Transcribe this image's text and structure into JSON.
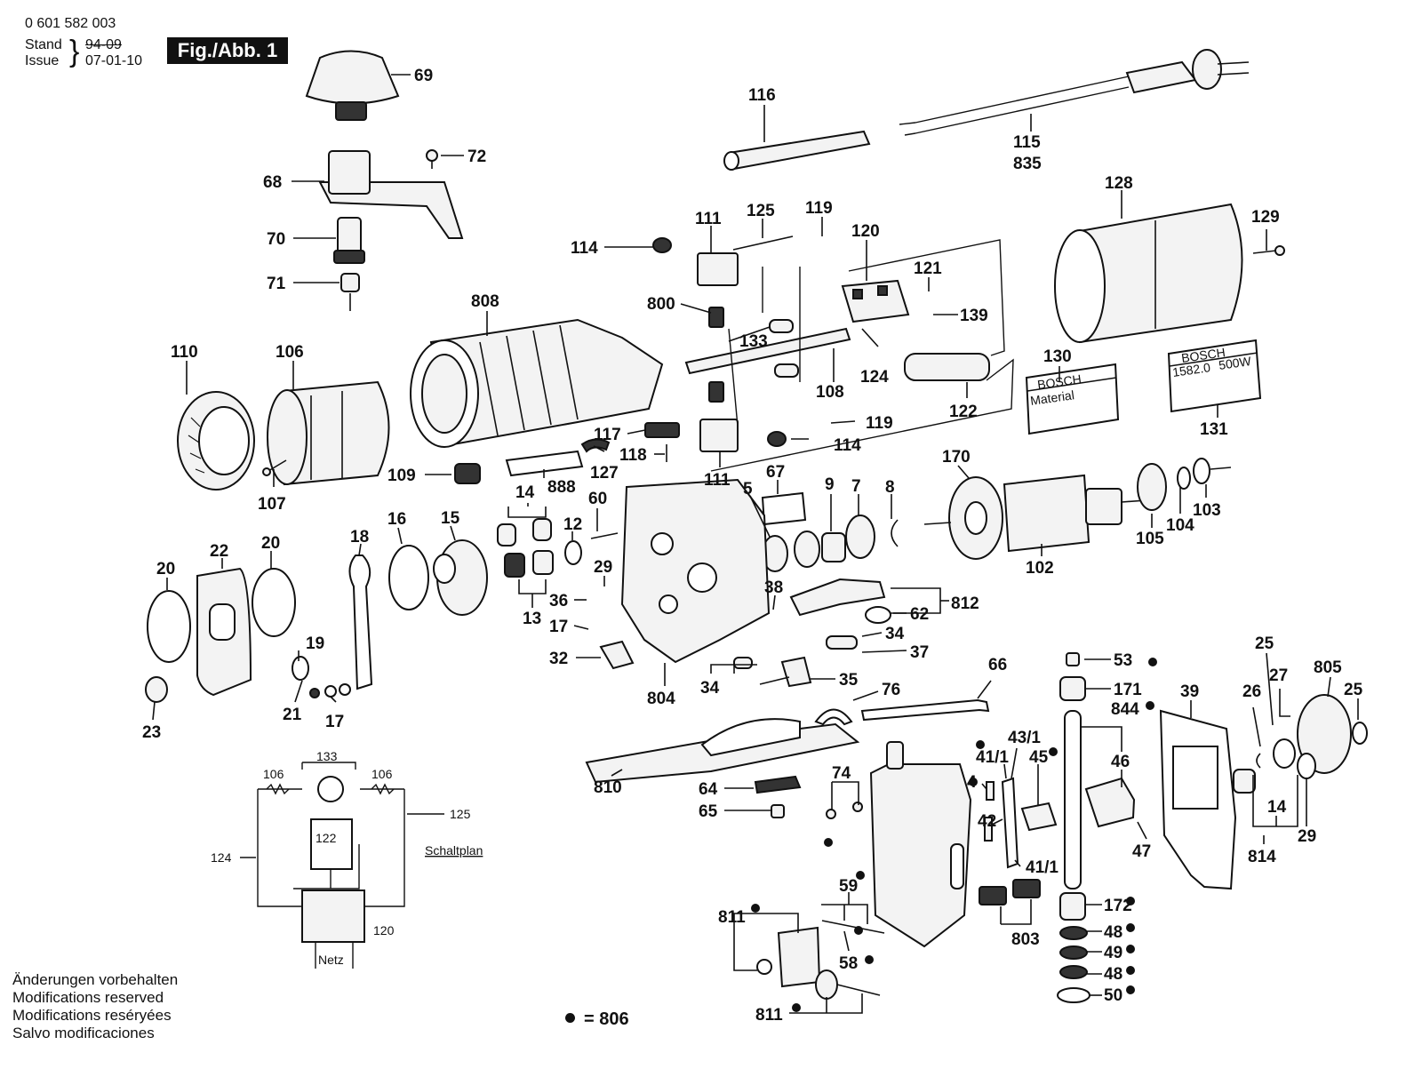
{
  "header": {
    "part_number": "0 601 582 003",
    "stand_label": "Stand",
    "stand_value": "94-09",
    "issue_label": "Issue",
    "issue_value": "07-01-10",
    "figure": "Fig./Abb. 1"
  },
  "notes": [
    "Änderungen vorbehalten",
    "Modifications reserved",
    "Modifications reséryées",
    "Salvo modificaciones"
  ],
  "legend": {
    "value": "= 806"
  },
  "schematic": {
    "title": "Schaltplan",
    "mains": "Netz",
    "labels": [
      "106",
      "133",
      "106",
      "125",
      "122",
      "124",
      "120"
    ]
  },
  "plates": {
    "p130_brand": "BOSCH",
    "p130_text": "Material",
    "p131_brand": "BOSCH",
    "p131_model": "1582.0",
    "p131_power": "500W"
  },
  "callouts": {
    "c69": "69",
    "c72": "72",
    "c68": "68",
    "c70": "70",
    "c71": "71",
    "c116": "116",
    "c115": "115",
    "c835": "835",
    "c128": "128",
    "c129": "129",
    "c111a": "111",
    "c125": "125",
    "c119a": "119",
    "c114a": "114",
    "c120": "120",
    "c121": "121",
    "c139": "139",
    "c800": "800",
    "c808": "808",
    "c133": "133",
    "c124": "124",
    "c108": "108",
    "c122": "122",
    "c130": "130",
    "c131": "131",
    "c110": "110",
    "c106": "106",
    "c107": "107",
    "c109": "109",
    "c117": "117",
    "c118": "118",
    "c127": "127",
    "c888": "888",
    "c111b": "111",
    "c119b": "119",
    "c114b": "114",
    "c67": "67",
    "c5": "5",
    "c9": "9",
    "c7": "7",
    "c8": "8",
    "c170": "170",
    "c102": "102",
    "c105": "105",
    "c104": "104",
    "c103": "103",
    "c14a": "14",
    "c60": "60",
    "c12": "12",
    "c16": "16",
    "c15": "15",
    "c18": "18",
    "c20a": "20",
    "c22": "22",
    "c20b": "20",
    "c13": "13",
    "c29a": "29",
    "c36": "36",
    "c17a": "17",
    "c38": "38",
    "c812": "812",
    "c62": "62",
    "c34a": "34",
    "c37": "37",
    "c32": "32",
    "c34b": "34",
    "c35": "35",
    "c804": "804",
    "c19": "19",
    "c21": "21",
    "c17b": "17",
    "c23": "23",
    "c66": "66",
    "c76": "76",
    "c810": "810",
    "c64": "64",
    "c65": "65",
    "c74": "74",
    "c53": "53",
    "c171": "171",
    "c844": "844",
    "c46": "46",
    "c43_1": "43/1",
    "c41_1a": "41/1",
    "c45": "45",
    "c4": "4",
    "c42": "42",
    "c41_1b": "41/1",
    "c39": "39",
    "c25a": "25",
    "c27": "27",
    "c805": "805",
    "c25b": "25",
    "c26": "26",
    "c14b": "14",
    "c29b": "29",
    "c814": "814",
    "c47": "47",
    "c59": "59",
    "c811a": "811",
    "c58": "58",
    "c803": "803",
    "c172": "172",
    "c48a": "48",
    "c49": "49",
    "c48b": "48",
    "c50": "50",
    "c811b": "811"
  }
}
